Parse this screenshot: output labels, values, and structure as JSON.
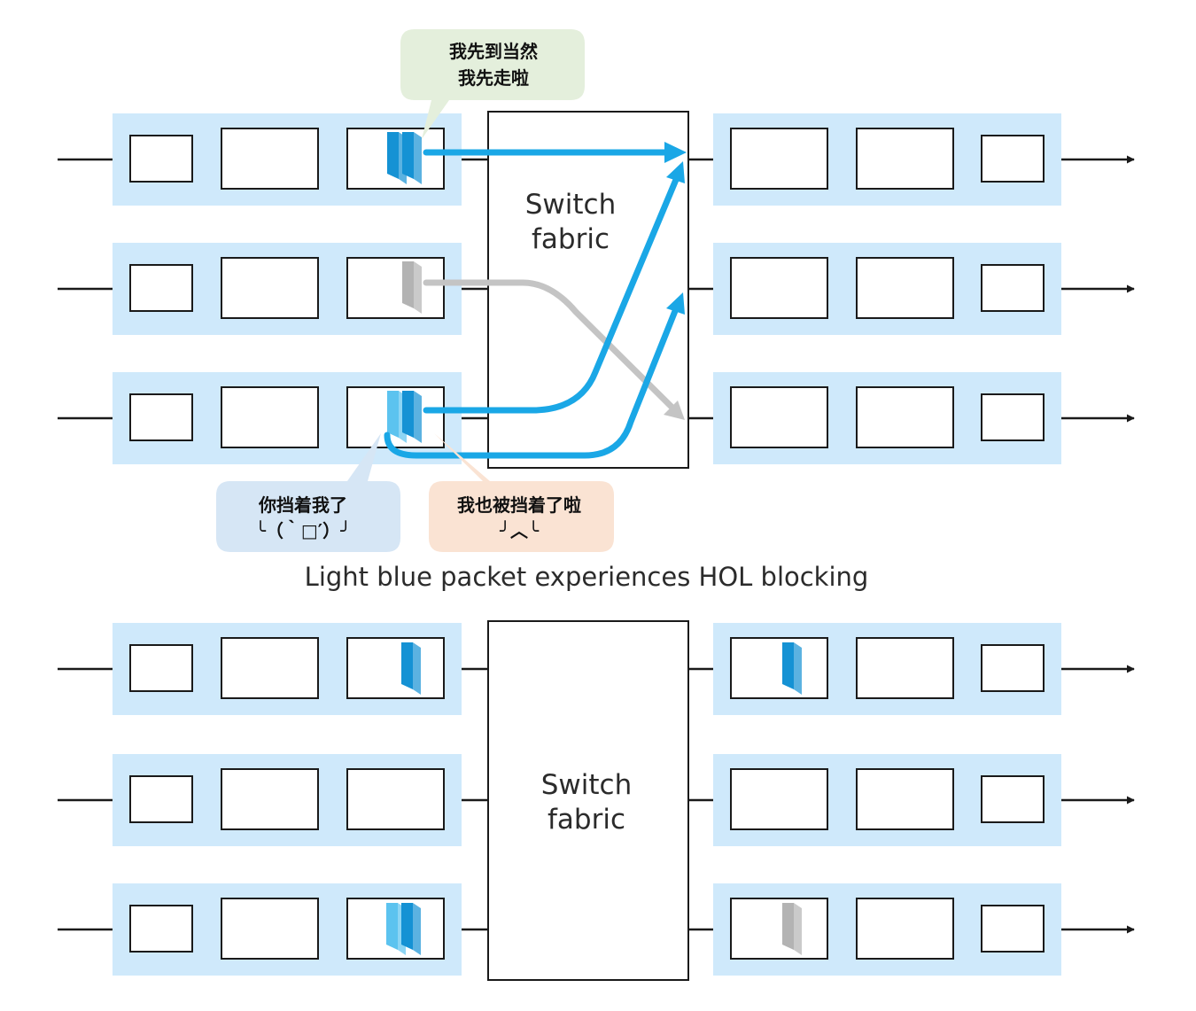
{
  "colors": {
    "port_fill": "#cfe9fb",
    "line": "#1a1a1a",
    "packet_dark_blue": "#1592d4",
    "packet_light_blue": "#5cc3ef",
    "packet_gray": "#b3b3b3",
    "arrow_blue": "#1aa7e6",
    "arrow_gray": "#c4c4c4",
    "bubble_green": "#e4efdc",
    "bubble_blue": "#d6e6f5",
    "bubble_orange": "#fae3d3"
  },
  "top_panel": {
    "fabric_label_line1": "Switch",
    "fabric_label_line2": "fabric",
    "caption": "Light blue packet experiences HOL blocking",
    "bubbles": {
      "dark_blue_line1": "我先到当然",
      "dark_blue_line2": "我先走啦",
      "light_blue_line1": "你挡着我了",
      "light_blue_line2": "╰（｀□′）╯",
      "blocked_line1": "我也被挡着了啦",
      "blocked_line2": "╯︿╰"
    },
    "input_packets": [
      [
        "dark_blue",
        "dark_blue"
      ],
      [
        "gray"
      ],
      [
        "light_blue",
        "dark_blue"
      ]
    ],
    "paths": [
      {
        "from_input": 1,
        "to_output": 1,
        "color": "blue"
      },
      {
        "from_input": 2,
        "to_output": 3,
        "color": "gray"
      },
      {
        "from_input": 3,
        "to_output": 1,
        "color": "blue"
      },
      {
        "from_input": 3,
        "to_output": 2,
        "color": "blue"
      }
    ]
  },
  "bottom_panel": {
    "fabric_label_line1": "Switch",
    "fabric_label_line2": "fabric",
    "input_packets": [
      [
        "dark_blue"
      ],
      [],
      [
        "light_blue",
        "dark_blue"
      ]
    ],
    "output_packets": [
      [
        "dark_blue"
      ],
      [],
      [
        "gray"
      ]
    ]
  }
}
